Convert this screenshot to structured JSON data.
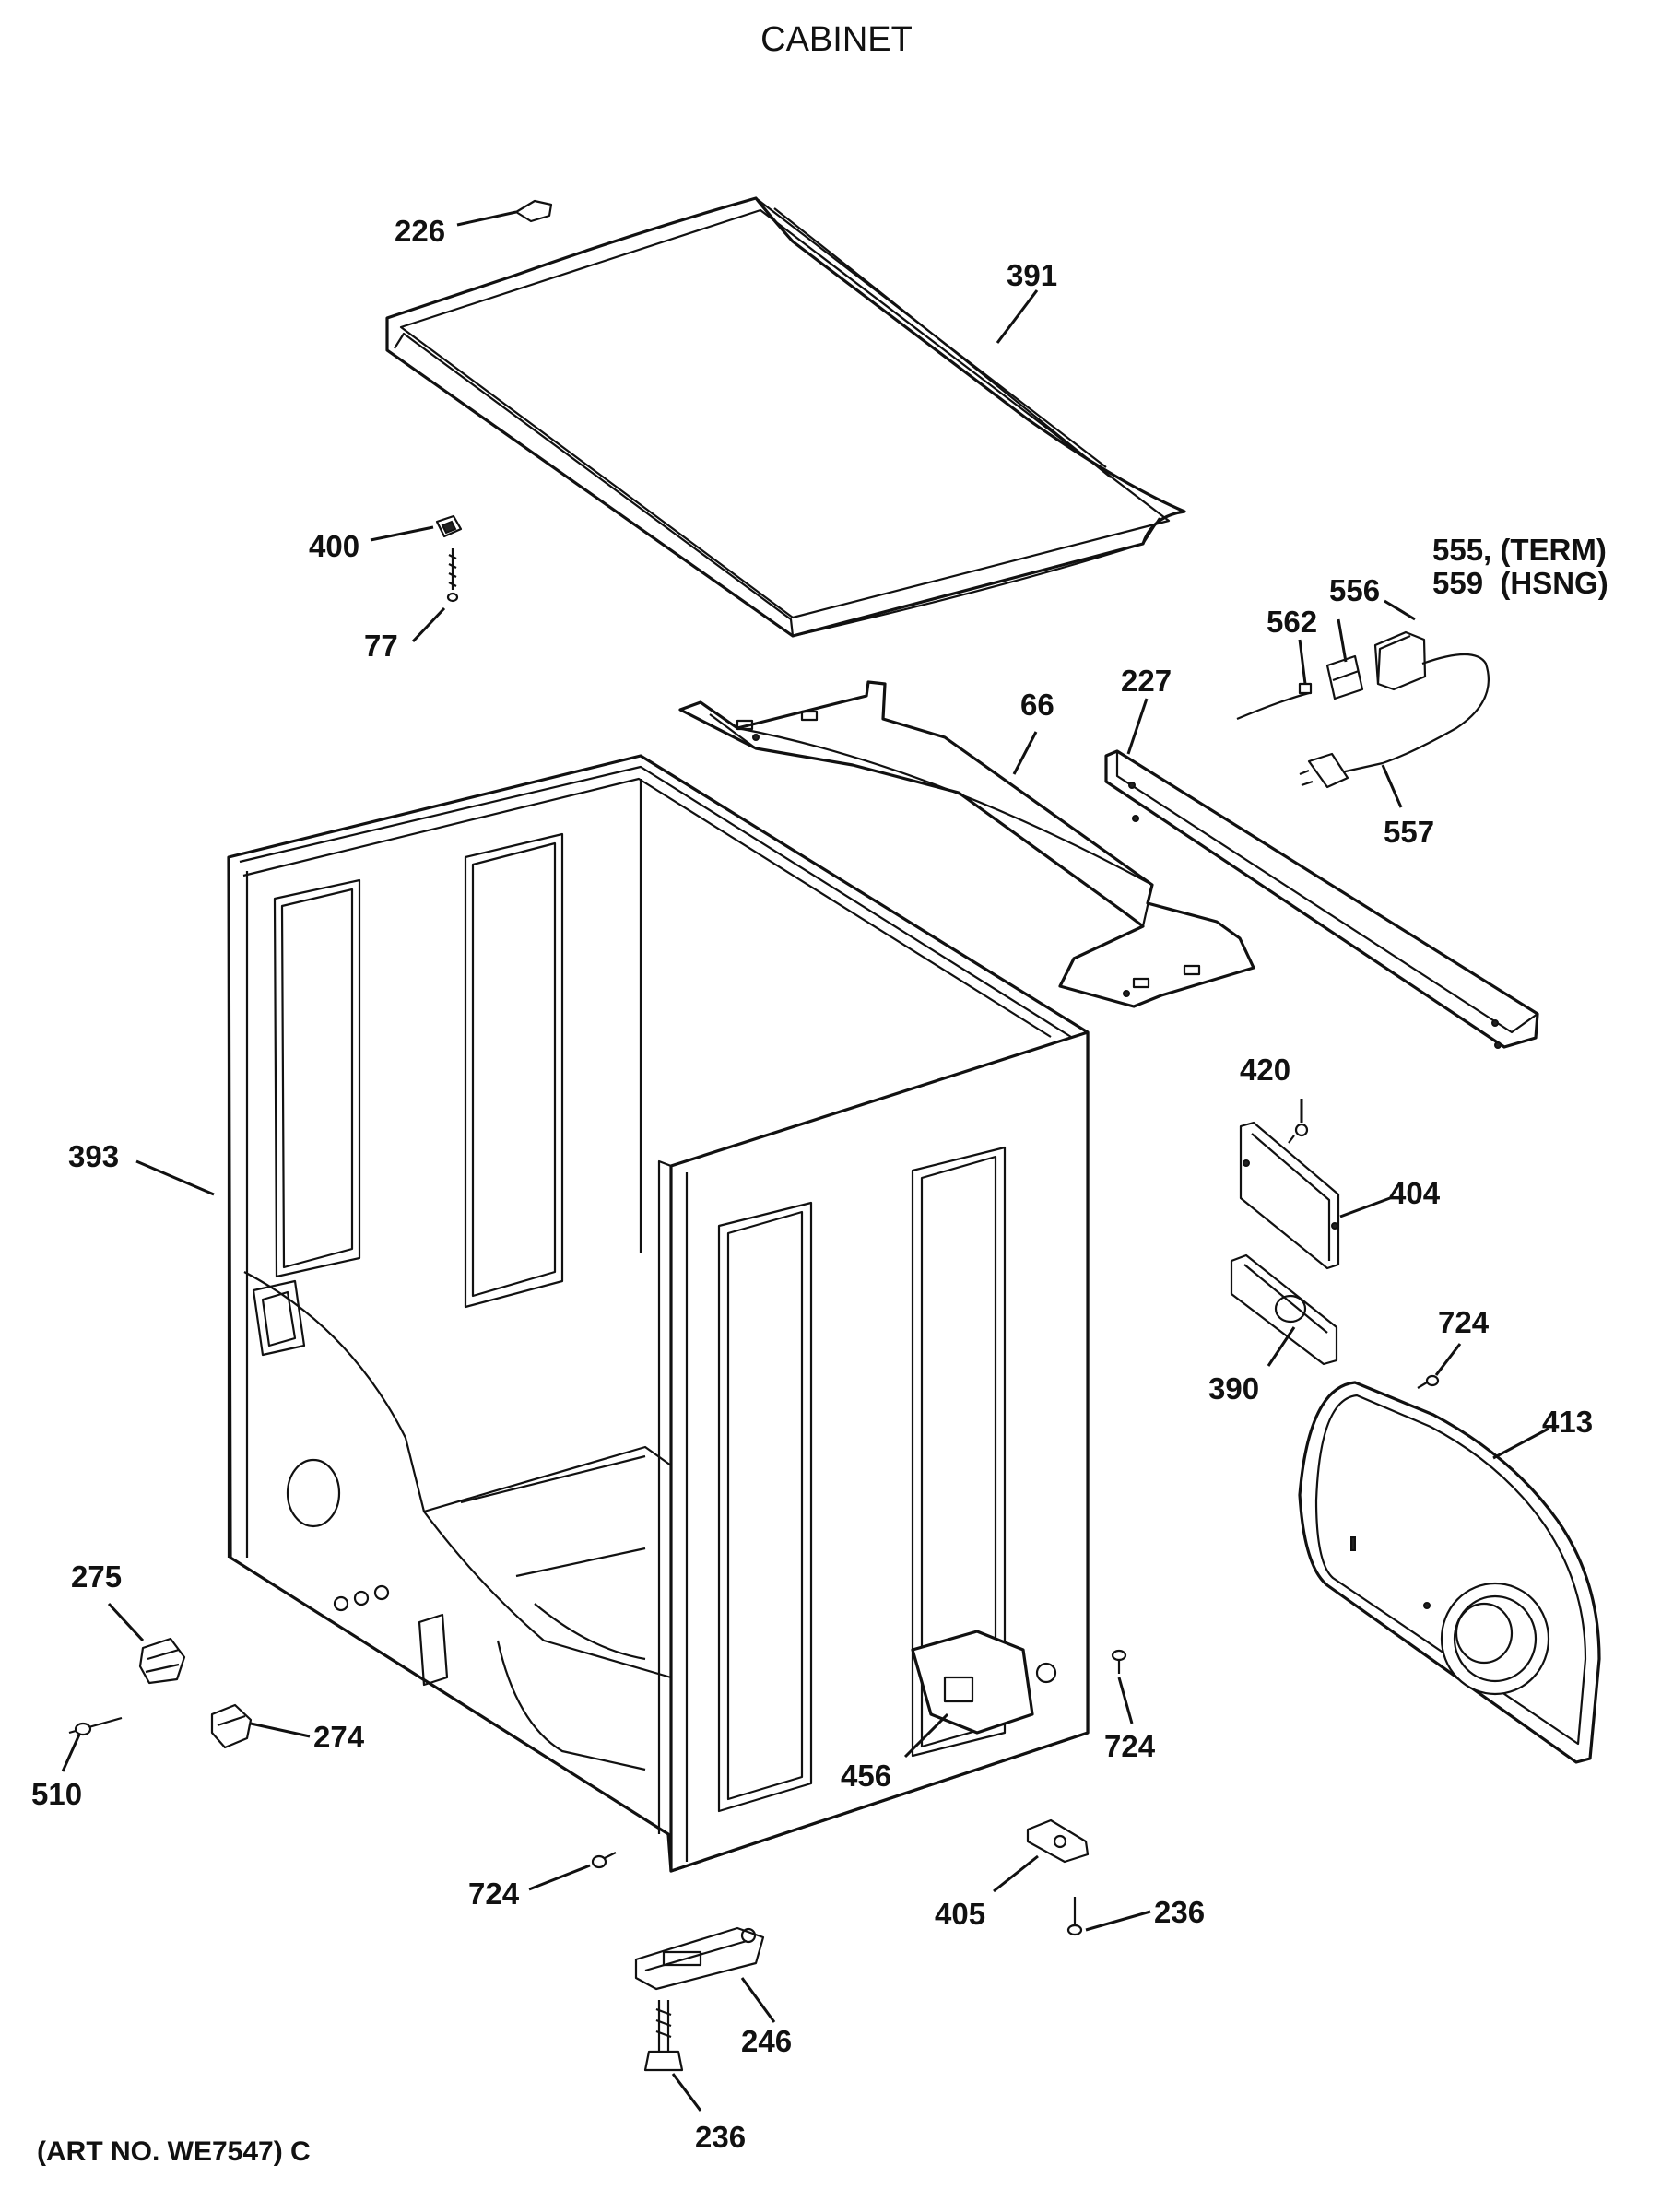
{
  "title": "CABINET",
  "art_number": "(ART NO. WE7547) C",
  "parts": [
    {
      "id": "226"
    },
    {
      "id": "391"
    },
    {
      "id": "400"
    },
    {
      "id": "77"
    },
    {
      "id": "555, (TERM)"
    },
    {
      "id": "559  (HSNG)"
    },
    {
      "id": "556"
    },
    {
      "id": "562"
    },
    {
      "id": "227"
    },
    {
      "id": "66"
    },
    {
      "id": "557"
    },
    {
      "id": "420"
    },
    {
      "id": "393"
    },
    {
      "id": "404"
    },
    {
      "id": "724"
    },
    {
      "id": "390"
    },
    {
      "id": "413"
    },
    {
      "id": "275"
    },
    {
      "id": "274"
    },
    {
      "id": "510"
    },
    {
      "id": "456"
    },
    {
      "id": "724"
    },
    {
      "id": "724"
    },
    {
      "id": "405"
    },
    {
      "id": "236"
    },
    {
      "id": "246"
    },
    {
      "id": "236"
    }
  ]
}
